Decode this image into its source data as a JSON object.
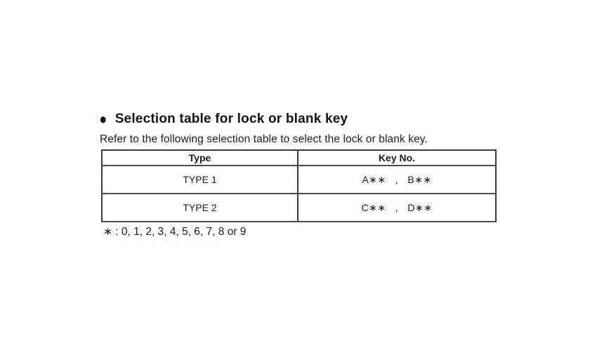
{
  "heading": {
    "bullet_icon": "●",
    "text": "Selection table for lock or blank key"
  },
  "intro": "Refer to the following selection table to select the lock or blank key.",
  "table": {
    "columns": [
      "Type",
      "Key No."
    ],
    "rows": [
      {
        "type": "TYPE 1",
        "key_no": "A∗∗   ,   B∗∗"
      },
      {
        "type": "TYPE 2",
        "key_no": "C∗∗   ,   D∗∗"
      }
    ]
  },
  "footnote": "∗ : 0, 1, 2, 3, 4, 5, 6, 7, 8 or 9",
  "colors": {
    "background": "#ffffff",
    "text": "#1a1a1a",
    "border": "#3a3a3a"
  }
}
